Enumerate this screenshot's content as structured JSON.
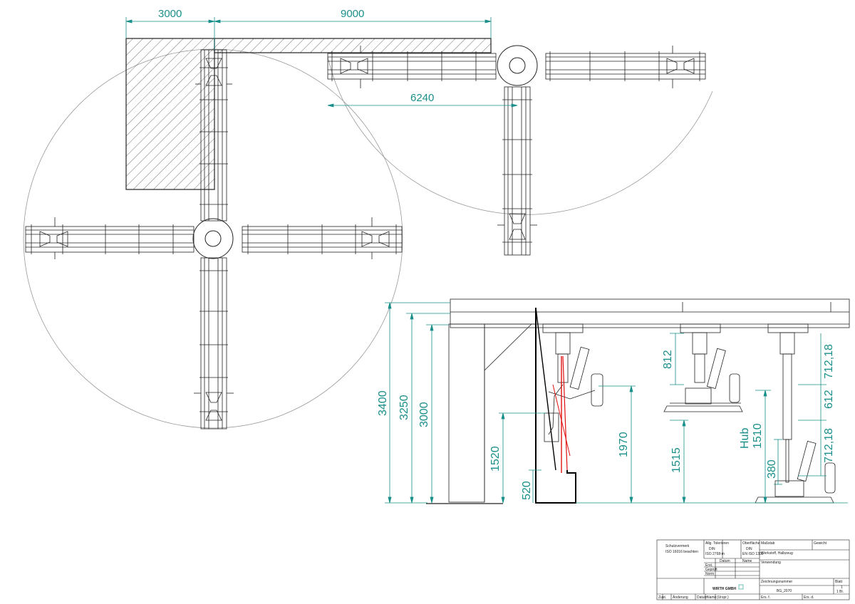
{
  "drawing": {
    "top_view_dimensions": {
      "left_width": "3000",
      "span": "9000",
      "offset": "6240"
    },
    "side_view_dimensions": {
      "height_total": "3400",
      "height_beam": "3250",
      "height_column": "3000",
      "h_1520": "1520",
      "h_520": "520",
      "h_1970": "1970",
      "h_812": "812",
      "h_1515": "1515",
      "h_712_top": "712,18",
      "h_612": "612",
      "hub_label": "Hub",
      "hub_value": "1510",
      "h_712_bottom": "712,18",
      "h_380": "380"
    },
    "colors": {
      "dimension": "#1a8f8a",
      "line": "#222222",
      "highlight": "#e01010"
    }
  },
  "title_block": {
    "protection_title": "Schutzvermerk",
    "protection_text": "ISO 16016 beachten",
    "general_tol_1": "Allg. Tolerieren",
    "general_tol_2": "DIN",
    "general_tol_3": "ISO 2768-m",
    "surface_1": "Oberfläche",
    "surface_2": "DIN",
    "surface_3": "EN ISO 1302",
    "scale_label": "Maßstab",
    "weight_label": "Gewicht",
    "material_label": "Werkstoff, Halbzeug",
    "date_label": "Datum",
    "name_label": "Name",
    "row_erst": "Erst.",
    "row_gepr": "Geprüft",
    "row_norm": "Norm",
    "usage_label": "Verwendung",
    "company": "WIRTH GMBH",
    "drawing_number_label": "Zeichnungsnummer",
    "drawing_number": "BG_2070",
    "sheet_label": "Blatt",
    "sheet_no": "1",
    "sheet_total": "1 Bl.",
    "rev_zust": "Zust.",
    "rev_change": "Änderung",
    "rev_date": "Datum",
    "rev_name": "Name",
    "rev_origin": "(Urspr.)",
    "rev_ers_fur": "Ers. f.",
    "rev_ers_durch": "Ers. d."
  }
}
